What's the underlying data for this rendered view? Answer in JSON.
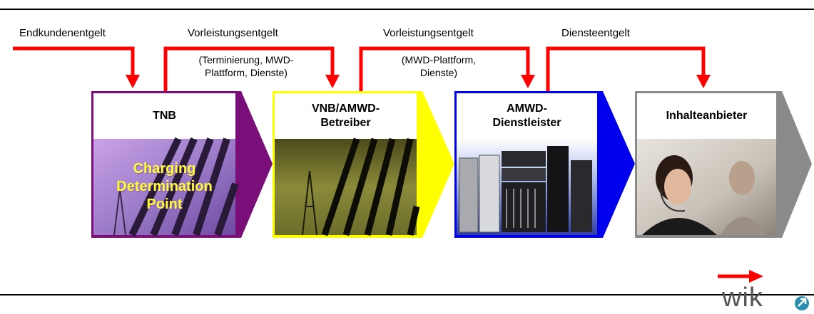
{
  "flows": [
    {
      "label": "Endkundenentgelt",
      "sub": ""
    },
    {
      "label": "Vorleistungsentgelt",
      "sub": "(Terminierung, MWD-Plattform, Dienste)",
      "sub_lines": [
        "(Terminierung, MWD-",
        "Plattform, Dienste)"
      ]
    },
    {
      "label": "Vorleistungsentgelt",
      "sub": "(MWD-Plattform, Dienste)",
      "sub_lines": [
        "(MWD-Plattform,",
        "Dienste)"
      ]
    },
    {
      "label": "Diensteentgelt",
      "sub": ""
    }
  ],
  "boxes": [
    {
      "title_lines": [
        "TNB"
      ],
      "border": "#7a0f7a",
      "image_text_lines": [
        "Charging",
        "Determination",
        "Point"
      ]
    },
    {
      "title_lines": [
        "VNB/AMWD-",
        "Betreiber"
      ],
      "border": "#ffff00"
    },
    {
      "title_lines": [
        "AMWD-",
        "Dienstleister"
      ],
      "border": "#0000ee"
    },
    {
      "title_lines": [
        "Inhalteanbieter"
      ],
      "border": "#8a8a8a"
    }
  ],
  "logo": "wik",
  "colors": {
    "arrow": "#ff0000",
    "tnb": "#7a0f7a",
    "vnb": "#ffff00",
    "amwd": "#0000ee",
    "content": "#8a8a8a"
  }
}
